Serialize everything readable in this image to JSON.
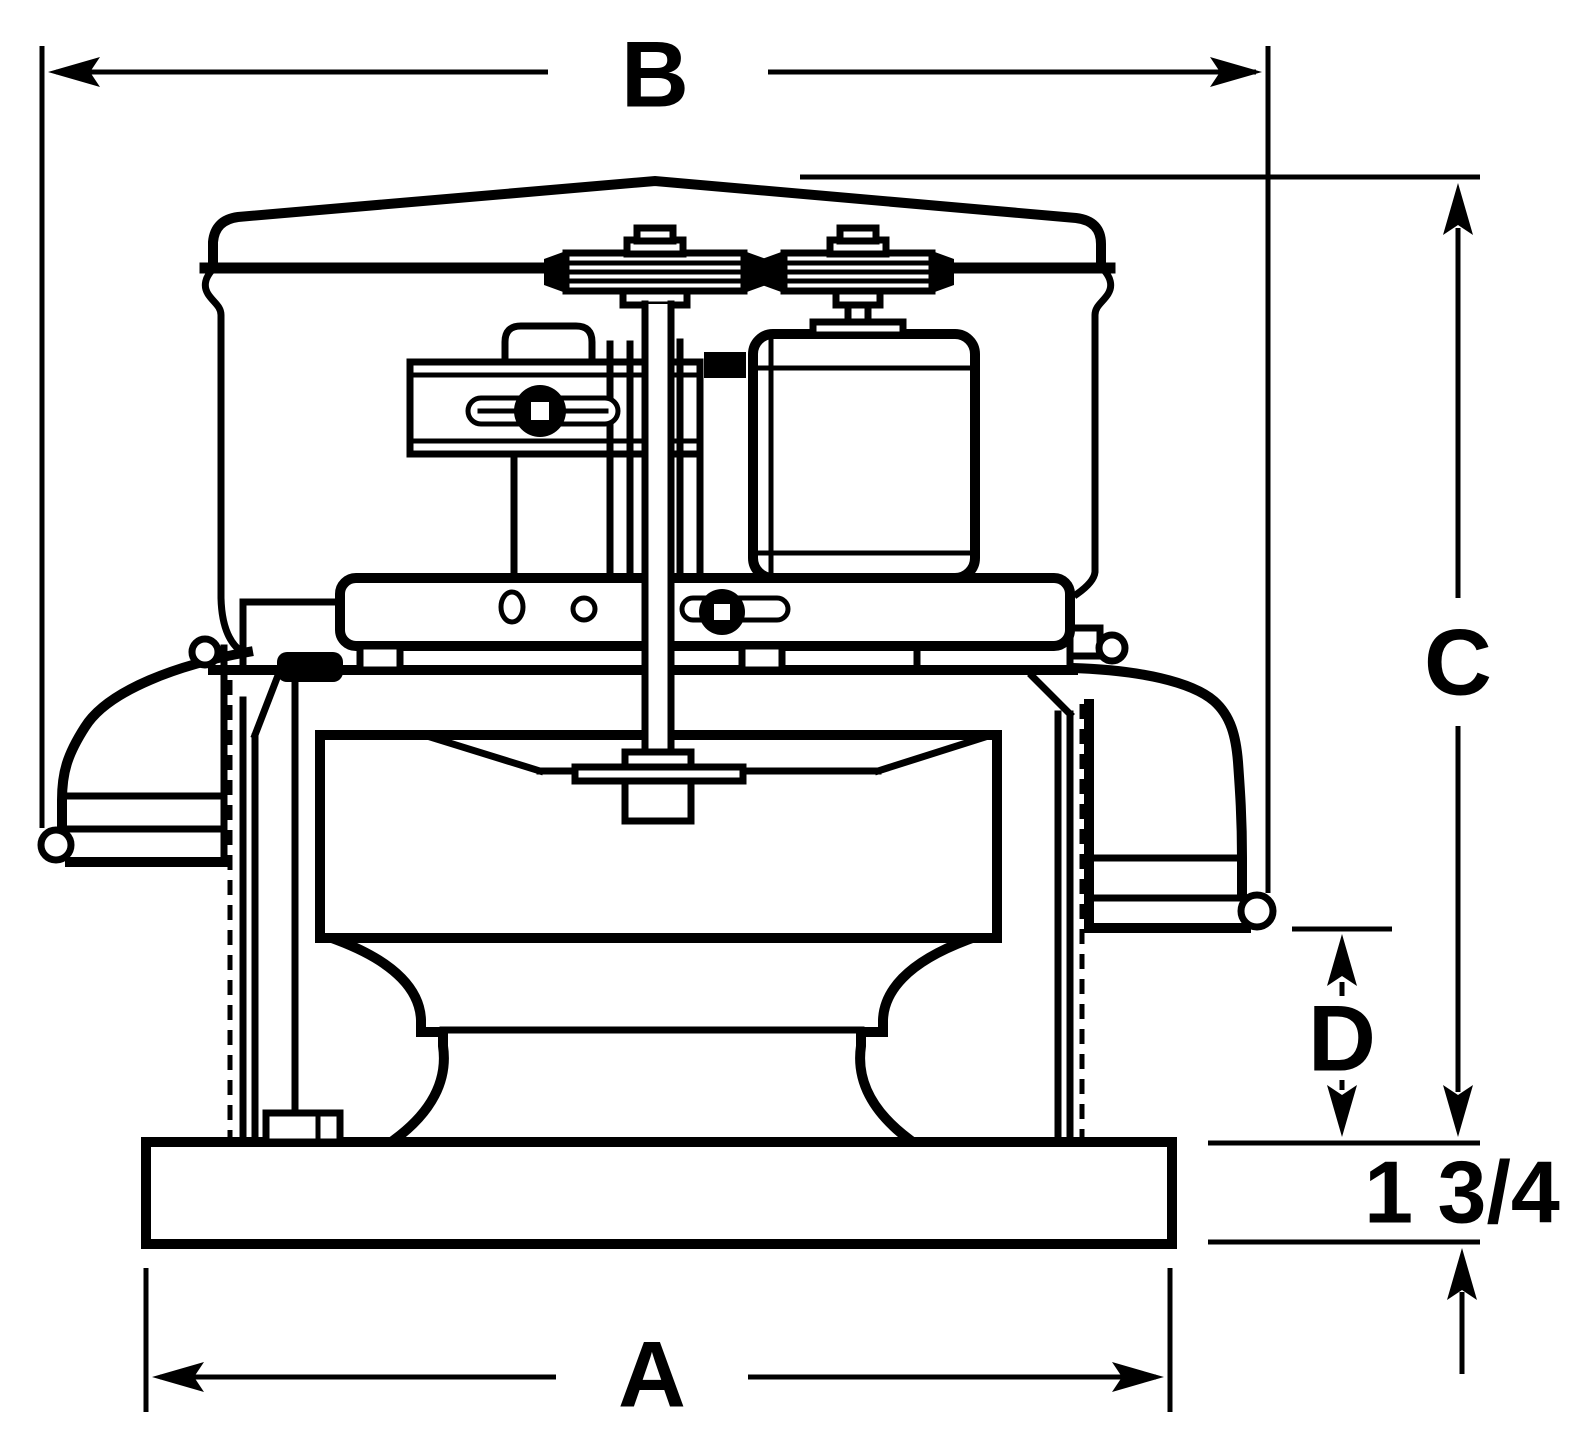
{
  "drawing": {
    "type": "technical-dimensional-drawing",
    "subject": "belt-drive roof ventilator, front elevation",
    "background_color": "#ffffff",
    "line_color": "#000000",
    "dimensions": {
      "overall_width": {
        "label": "B",
        "orientation": "horizontal",
        "position": "top"
      },
      "overall_height": {
        "label": "C",
        "orientation": "vertical",
        "position": "right"
      },
      "windband_to_curb": {
        "label": "D",
        "orientation": "vertical",
        "position": "right-lower"
      },
      "base_width": {
        "label": "A",
        "orientation": "horizontal",
        "position": "bottom"
      },
      "curb_cap_height": {
        "label": "1 3/4",
        "orientation": "vertical",
        "position": "bottom-right"
      }
    },
    "parts": [
      "hood-cap",
      "hood-skirt",
      "drive-sheave",
      "motor-sheave",
      "fan-shaft",
      "motor",
      "motor-mount-bracket",
      "adjustment-slot-bolt",
      "drive-frame-plate",
      "curb-cap-deck",
      "gasket",
      "windband-left",
      "windband-right",
      "fan-panel",
      "venturi-bowl",
      "support-leg",
      "roof-curb-base",
      "shaft-hub"
    ]
  }
}
